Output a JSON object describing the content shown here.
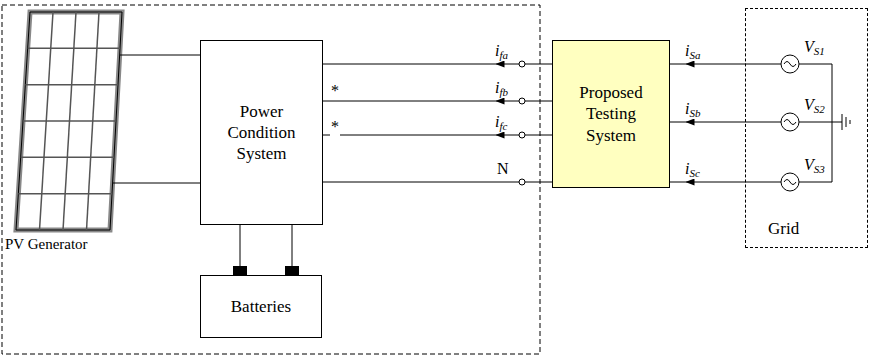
{
  "diagram": {
    "nodes": [
      {
        "text": [
          "Power Condition System"
        ]
      },
      {
        "text": [
          "Proposed Testing System"
        ]
      },
      {
        "text": [
          "Grid"
        ]
      },
      {
        "text": [
          "Batteries"
        ]
      }
    ],
    "edges": [
      {
        "from": 1,
        "to": 0,
        "arrow": "to",
        "label": "ifa"
      },
      {
        "from": 1,
        "to": 0,
        "arrow": "to",
        "label": "ifb"
      },
      {
        "from": 1,
        "to": 0,
        "arrow": "to",
        "label": "ifc"
      },
      {
        "from": 1,
        "to": 0,
        "arrow": "none",
        "label": "N"
      },
      {
        "from": 2,
        "to": 1,
        "arrow": "to",
        "label": "iSa"
      },
      {
        "from": 2,
        "to": 1,
        "arrow": "to",
        "label": "iSb"
      },
      {
        "from": 2,
        "to": 1,
        "arrow": "to",
        "label": "iSc"
      },
      {
        "from": 0,
        "to": 3,
        "arrow": "none"
      },
      {
        "from": 0,
        "to": 3,
        "arrow": "none"
      }
    ],
    "labels": [
      "*",
      "*",
      "VS1",
      "VS2",
      "VS3",
      "PV Generator"
    ]
  }
}
